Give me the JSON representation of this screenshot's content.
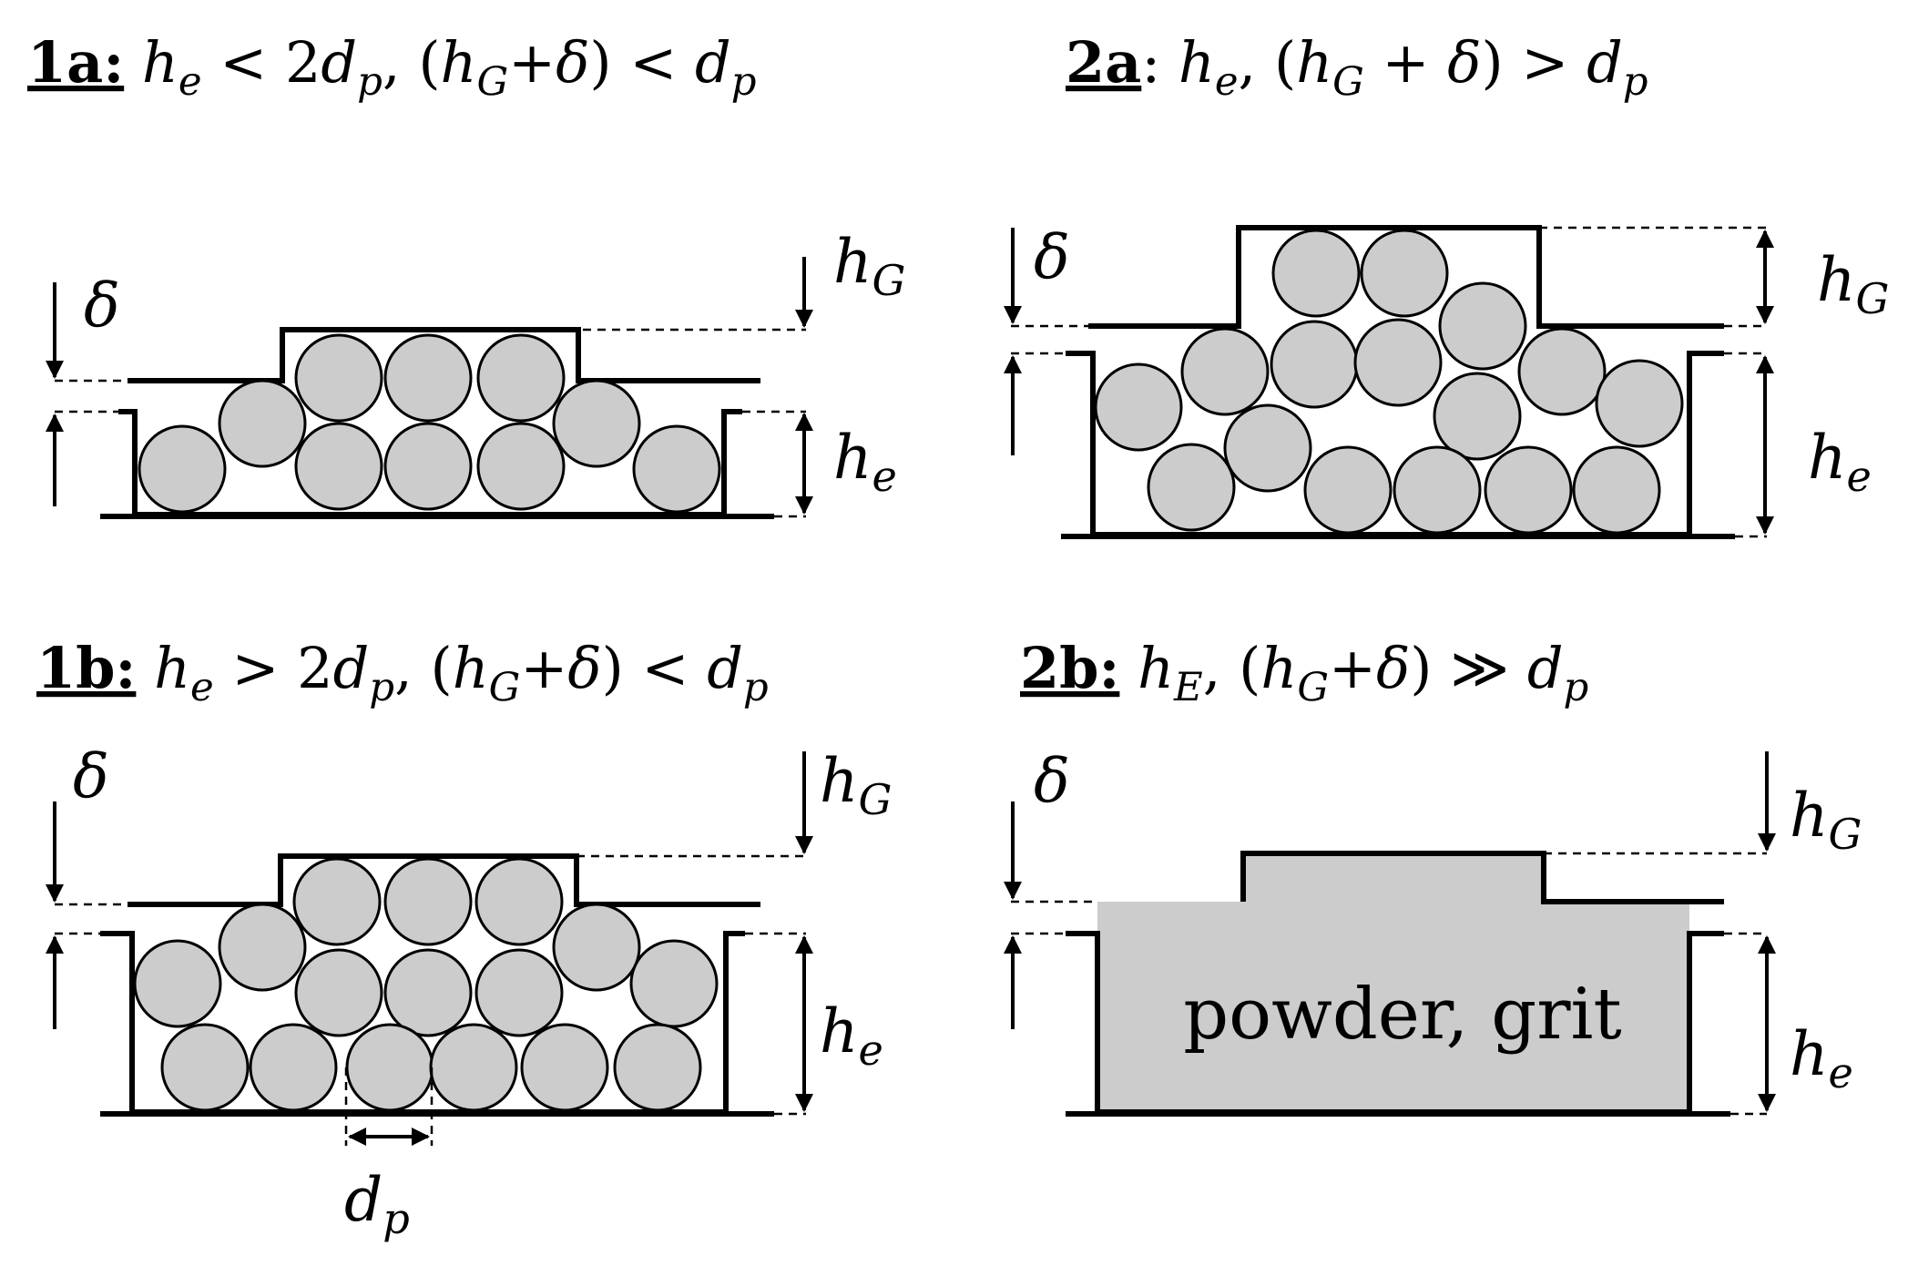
{
  "panels": [
    {
      "id": "1a",
      "tag": "1a:",
      "condition": "h_e < 2d_p, (h_G+δ) < d_p"
    },
    {
      "id": "2a",
      "tag": "2a",
      "condition": "h_e, (h_G + δ) > d_p"
    },
    {
      "id": "1b",
      "tag": "1b:",
      "condition": "h_e > 2d_p, (h_G+δ) < d_p"
    },
    {
      "id": "2b",
      "tag": "2b:",
      "condition": "h_E, (h_G+δ) ≫ d_p"
    }
  ],
  "symbols": {
    "h": "h",
    "d": "d",
    "e": "e",
    "E": "E",
    "G": "G",
    "p": "p",
    "delta": "δ",
    "lt": "<",
    "gt": ">",
    "gg": "≫",
    "two": "2",
    "plus": "+",
    "plus_spaced": " + ",
    "open_paren": "(",
    "close_paren": ")",
    "comma": ",",
    "colon": ":"
  },
  "labels": {
    "powder_grit": "powder, grit"
  },
  "colors": {
    "particle_fill": "#cccccc",
    "line": "#000000"
  }
}
